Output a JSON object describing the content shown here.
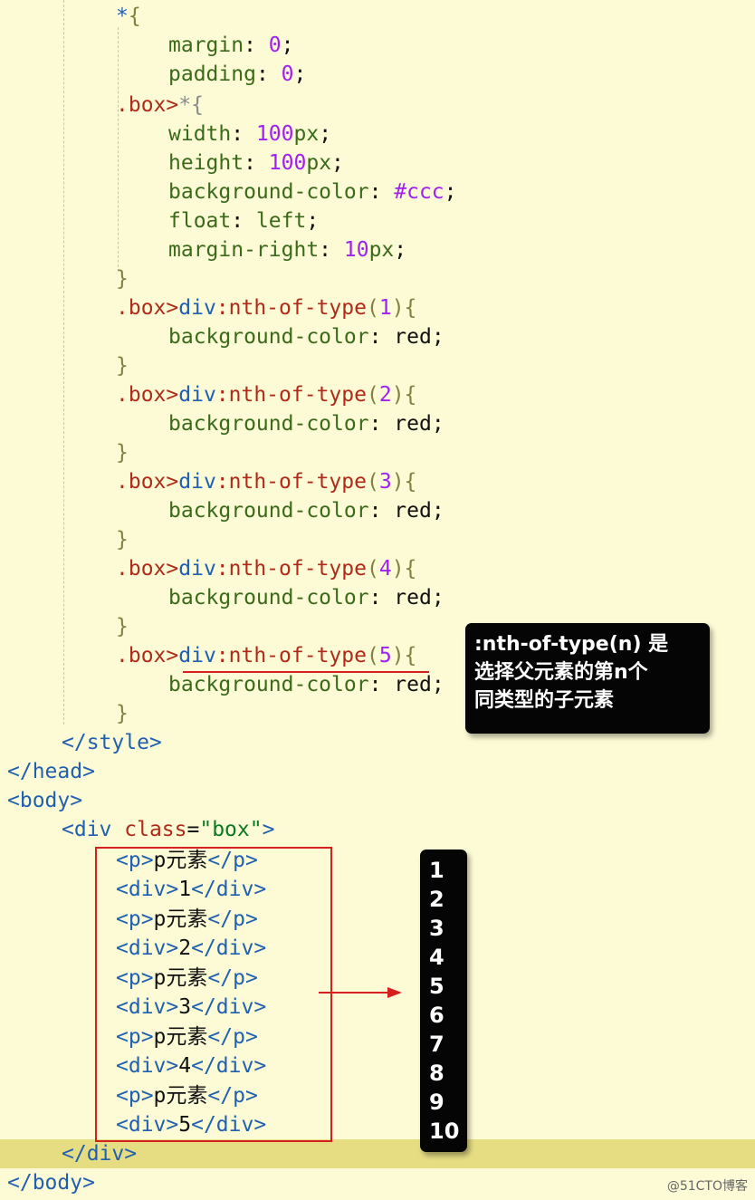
{
  "code": {
    "lines": {
      "l0": {
        "a": "*",
        "b": "{"
      },
      "l1": {
        "prop": "margin",
        "colon": ": ",
        "val": "0",
        "semi": ";"
      },
      "l2": {
        "prop": "padding",
        "colon": ": ",
        "val": "0",
        "semi": ";"
      },
      "l3": {
        "sel": ".box>",
        "rest": "*{"
      },
      "l4": {
        "prop": "width",
        "colon": ": ",
        "num": "100",
        "unit": "px",
        "semi": ";"
      },
      "l5": {
        "prop": "height",
        "colon": ": ",
        "num": "100",
        "unit": "px",
        "semi": ";"
      },
      "l6": {
        "prop": "background-color",
        "colon": ": ",
        "val": "#ccc",
        "semi": ";"
      },
      "l7": {
        "prop": "float",
        "colon": ": ",
        "val": "left",
        "semi": ";"
      },
      "l8": {
        "prop": "margin-right",
        "colon": ": ",
        "num": "10",
        "unit": "px",
        "semi": ";"
      },
      "l9": {
        "brace": "}"
      },
      "l10": {
        "sel": ".box>",
        "el": "div",
        "pseudo": ":nth-of-type",
        "p1": "(",
        "arg": "1",
        "p2": ")",
        "ob": "{"
      },
      "l11": {
        "prop": "background-color",
        "colon": ": ",
        "val": "red",
        "semi": ";"
      },
      "l12": {
        "brace": "}"
      },
      "l13": {
        "sel": ".box>",
        "el": "div",
        "pseudo": ":nth-of-type",
        "p1": "(",
        "arg": "2",
        "p2": ")",
        "ob": "{"
      },
      "l14": {
        "prop": "background-color",
        "colon": ": ",
        "val": "red",
        "semi": ";"
      },
      "l15": {
        "brace": "}"
      },
      "l16": {
        "sel": ".box>",
        "el": "div",
        "pseudo": ":nth-of-type",
        "p1": "(",
        "arg": "3",
        "p2": ")",
        "ob": "{"
      },
      "l17": {
        "prop": "background-color",
        "colon": ": ",
        "val": "red",
        "semi": ";"
      },
      "l18": {
        "brace": "}"
      },
      "l19": {
        "sel": ".box>",
        "el": "div",
        "pseudo": ":nth-of-type",
        "p1": "(",
        "arg": "4",
        "p2": ")",
        "ob": "{"
      },
      "l20": {
        "prop": "background-color",
        "colon": ": ",
        "val": "red",
        "semi": ";"
      },
      "l21": {
        "brace": "}"
      },
      "l22": {
        "sel": ".box>",
        "el": "div",
        "pseudo": ":nth-of-type",
        "p1": "(",
        "arg": "5",
        "p2": ")",
        "ob": "{"
      },
      "l23": {
        "prop": "background-color",
        "colon": ": ",
        "val": "red",
        "semi": ";"
      },
      "l24": {
        "brace": "}"
      },
      "l25": {
        "t": "</style>"
      },
      "l26": {
        "t": "</head>"
      },
      "l27": {
        "t": "<body>"
      },
      "l28": {
        "open": "<div ",
        "attr": "class",
        "eq": "=",
        "str": "\"box\"",
        "close": ">"
      },
      "l29": {
        "open": "<p>",
        "text": "p元素",
        "close": "</p>"
      },
      "l30": {
        "open": "<div>",
        "text": "1",
        "close": "</div>"
      },
      "l31": {
        "open": "<p>",
        "text": "p元素",
        "close": "</p>"
      },
      "l32": {
        "open": "<div>",
        "text": "2",
        "close": "</div>"
      },
      "l33": {
        "open": "<p>",
        "text": "p元素",
        "close": "</p>"
      },
      "l34": {
        "open": "<div>",
        "text": "3",
        "close": "</div>"
      },
      "l35": {
        "open": "<p>",
        "text": "p元素",
        "close": "</p>"
      },
      "l36": {
        "open": "<div>",
        "text": "4",
        "close": "</div>"
      },
      "l37": {
        "open": "<p>",
        "text": "p元素",
        "close": "</p>"
      },
      "l38": {
        "open": "<div>",
        "text": "5",
        "close": "</div>"
      },
      "l39": {
        "t": "</div>"
      },
      "l40": {
        "t": "</body>"
      }
    }
  },
  "callout": {
    "line1": ":nth-of-type(n) 是",
    "line2": "选择父元素的第n个",
    "line3": "同类型的子元素"
  },
  "numbers": [
    "1",
    "2",
    "3",
    "4",
    "5",
    "6",
    "7",
    "8",
    "9",
    "10"
  ],
  "watermark": "@51CTO博客",
  "colors": {
    "background": "#fdfbd5",
    "highlight_line": "#e6dd83",
    "annotation_red": "#d62020",
    "callout_bg": "#050505"
  }
}
